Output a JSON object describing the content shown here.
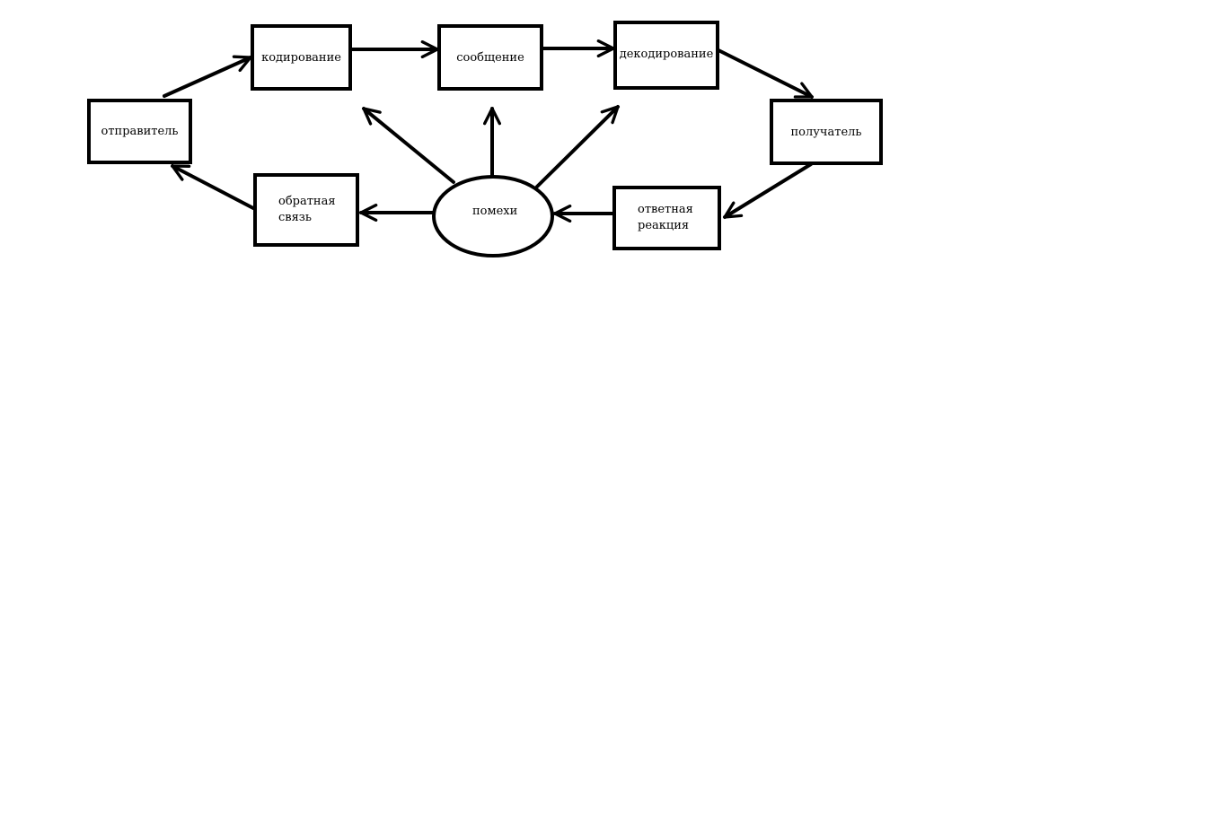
{
  "nodes": {
    "sender": "отправитель",
    "encoding": "кодирование",
    "message": "сообщение",
    "decoding": "декодирование",
    "receiver": "получатель",
    "response": "ответная\nреакция",
    "noise": "помехи",
    "feedback": "обратная\nсвязь"
  }
}
